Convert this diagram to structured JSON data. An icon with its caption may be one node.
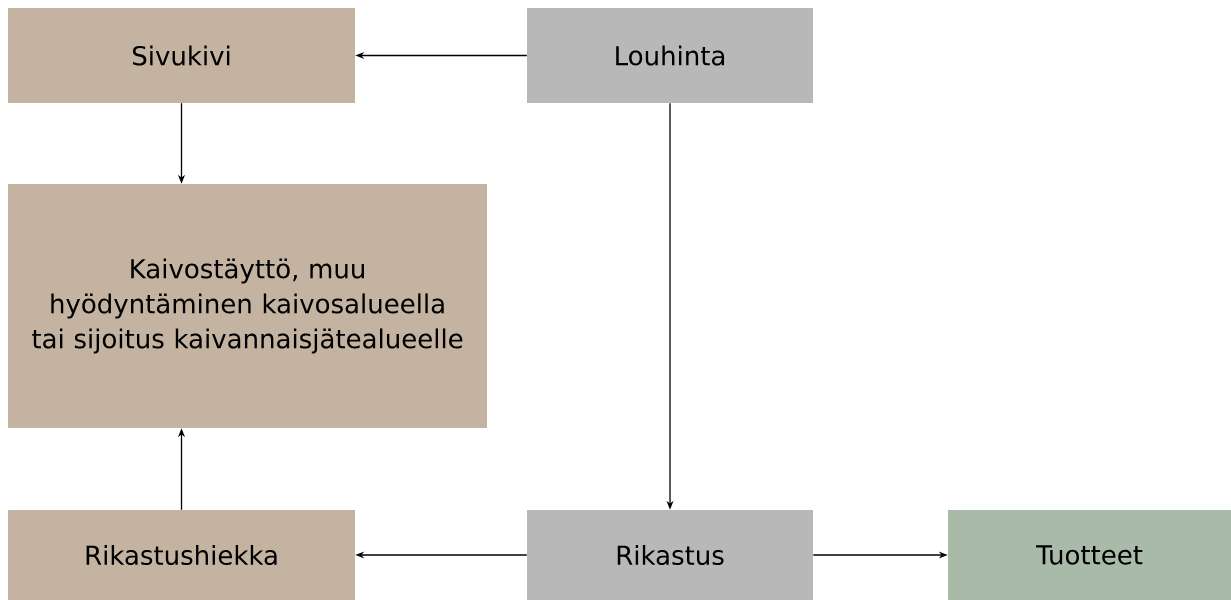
{
  "diagram": {
    "nodes": [
      {
        "text": [
          "Sivukivi"
        ]
      },
      {
        "text": [
          "Louhinta"
        ]
      },
      {
        "text": [
          "Kaivostäyttö, muu hyödyntäminen kaivosalueella tai sijoitus kaivannaisjätealueelle"
        ]
      },
      {
        "text": [
          "Rikastushiekka"
        ]
      },
      {
        "text": [
          "Rikastus"
        ]
      },
      {
        "text": [
          "Tuotteet"
        ]
      }
    ],
    "edges": [
      {
        "from": 1,
        "to": 0,
        "arrow": "to"
      },
      {
        "from": 0,
        "to": 2,
        "arrow": "to"
      },
      {
        "from": 1,
        "to": 4,
        "arrow": "to"
      },
      {
        "from": 4,
        "to": 3,
        "arrow": "to"
      },
      {
        "from": 3,
        "to": 2,
        "arrow": "to"
      },
      {
        "from": 4,
        "to": 5,
        "arrow": "to"
      }
    ]
  }
}
